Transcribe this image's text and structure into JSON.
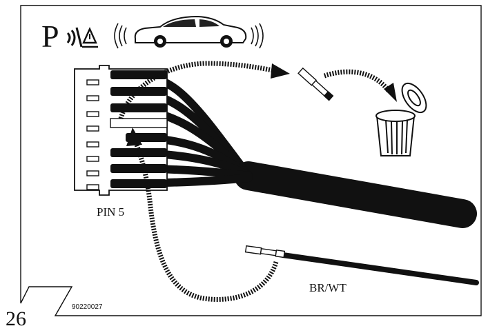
{
  "symbols": {
    "park_letter": "P",
    "park_assist_icon": "park-assist-sensor-icon",
    "warning_icon": "warning-triangle-icon",
    "car_icon": "car-with-sensor-waves-icon"
  },
  "labels": {
    "pin": "PIN 5",
    "wire": "BR/WT",
    "figure_code": "90220027",
    "page_number": "26"
  }
}
